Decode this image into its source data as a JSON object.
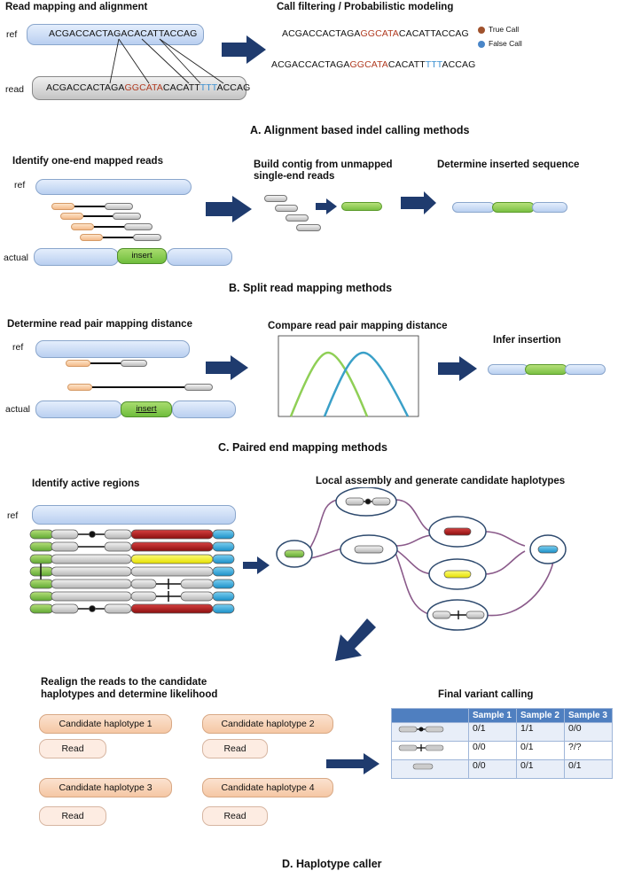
{
  "sectionA": {
    "left_heading": "Read mapping and alignment",
    "right_heading": "Call filtering / Probabilistic modeling",
    "ref_label": "ref",
    "read_label": "read",
    "ref_seq": "ACGACCACTAGACACATTACCAG",
    "read_seq_a": "ACGACCACTAGA",
    "read_seq_b": "GGCATA",
    "read_seq_c": "CACATT",
    "read_seq_d": "TTT",
    "read_seq_e": "ACCAG",
    "call1_a": "ACGACCACTAGA",
    "call1_b": "GGCATA",
    "call1_c": "CACATTACCAG",
    "call2_a": "ACGACCACTAGA",
    "call2_b": "GGCATA",
    "call2_c": "CACATT",
    "call2_d": "TTT",
    "call2_e": "ACCAG",
    "legend_true": "True Call",
    "legend_false": "False Call",
    "caption": "A. Alignment based indel calling methods"
  },
  "sectionB": {
    "heading1": "Identify one-end mapped reads",
    "heading2": "Build contig from unmapped single-end reads",
    "heading3": "Determine inserted sequence",
    "ref_label": "ref",
    "actual_label": "actual",
    "insert_label": "insert",
    "caption": "B. Split read mapping methods"
  },
  "sectionC": {
    "heading1": "Determine read pair mapping distance",
    "heading2": "Compare read pair mapping distance",
    "heading3": "Infer insertion",
    "ref_label": "ref",
    "actual_label": "actual",
    "insert_label": "insert",
    "caption": "C. Paired end mapping methods"
  },
  "sectionD": {
    "heading1": "Identify active regions",
    "heading2": "Local assembly and generate candidate haplotypes",
    "ref_label": "ref",
    "heading3_line1": "Realign the reads to the candidate",
    "heading3_line2": "haplotypes and determine likelihood",
    "heading4": "Final variant calling",
    "haplotypes": [
      "Candidate haplotype 1",
      "Candidate haplotype 2",
      "Candidate haplotype 3",
      "Candidate haplotype 4"
    ],
    "read_label": "Read",
    "table": {
      "headers": [
        "",
        "Sample 1",
        "Sample 2",
        "Sample 3"
      ],
      "rows": [
        [
          "0/1",
          "1/1",
          "0/0"
        ],
        [
          "0/0",
          "0/1",
          "?/?"
        ],
        [
          "0/0",
          "0/1",
          "0/1"
        ]
      ]
    },
    "caption": "D. Haplotype caller"
  },
  "colors": {
    "arrow": "#1f3b6e",
    "blue_bar": "#b9cff0",
    "green": "#7ac043",
    "red": "#b01818",
    "yellow": "#f2f01a",
    "cyan": "#2aa6de",
    "orange": "#f4bb8a",
    "true_call": "#a0522d",
    "false_call": "#4a86c8"
  }
}
